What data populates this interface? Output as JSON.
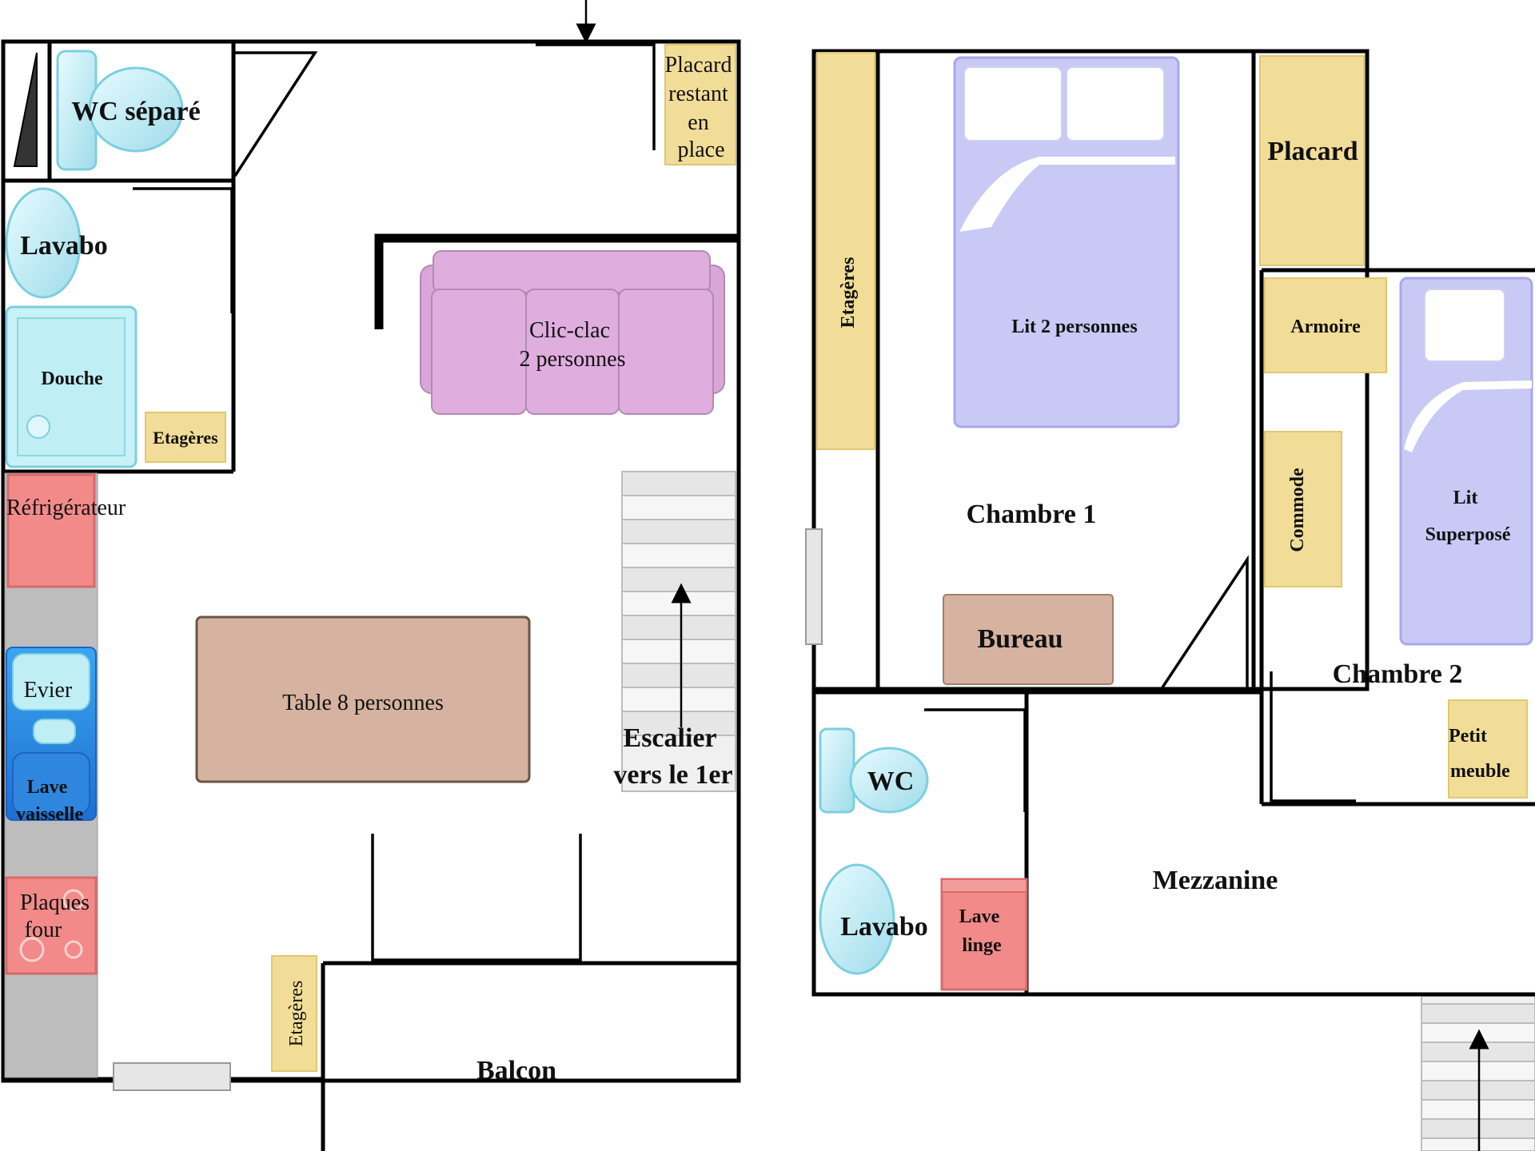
{
  "labels": {
    "wc_separe": "WC séparé",
    "placard_restant": [
      "Placard",
      "restant",
      "en",
      "place"
    ],
    "lavabo_rdc": "Lavabo",
    "douche": "Douche",
    "etageres_sdb": "Etagères",
    "clic_clac": [
      "Clic-clac",
      "2 personnes"
    ],
    "refrigerateur": "Réfrigérateur",
    "evier": "Evier",
    "lave_vaisselle": [
      "Lave",
      "vaisselle"
    ],
    "plaques_four": [
      "Plaques",
      "four"
    ],
    "table": "Table 8 personnes",
    "escalier": [
      "Escalier",
      "vers le 1er"
    ],
    "etageres_salon": "Etagères",
    "balcon": "Balcon",
    "etageres_ch1": "Etagères",
    "lit_2_personnes": "Lit 2 personnes",
    "placard_ch1": "Placard",
    "chambre_1": "Chambre 1",
    "bureau": "Bureau",
    "armoire": "Armoire",
    "commode": "Commode",
    "lit_superpose": [
      "Lit",
      "Superposé"
    ],
    "chambre_2": "Chambre 2",
    "petit_meuble": [
      "Petit",
      "meuble"
    ],
    "wc": "WC",
    "lavabo_etage": "Lavabo",
    "lave_linge": [
      "Lave",
      "linge"
    ],
    "mezzanine": "Mezzanine"
  },
  "colors": {
    "wall": "#000000",
    "furniture_yellow": "#f2dd98",
    "bed_lavender": "#c9c9f6",
    "sofa_pink": "#dfaedf",
    "table_tan": "#d5b3a0",
    "fridge_red": "#f28a8a",
    "sanitary_cyan": "#bfeef5",
    "counter_gray": "#bdbdbd",
    "stair_gray": "#e8e8e8"
  }
}
